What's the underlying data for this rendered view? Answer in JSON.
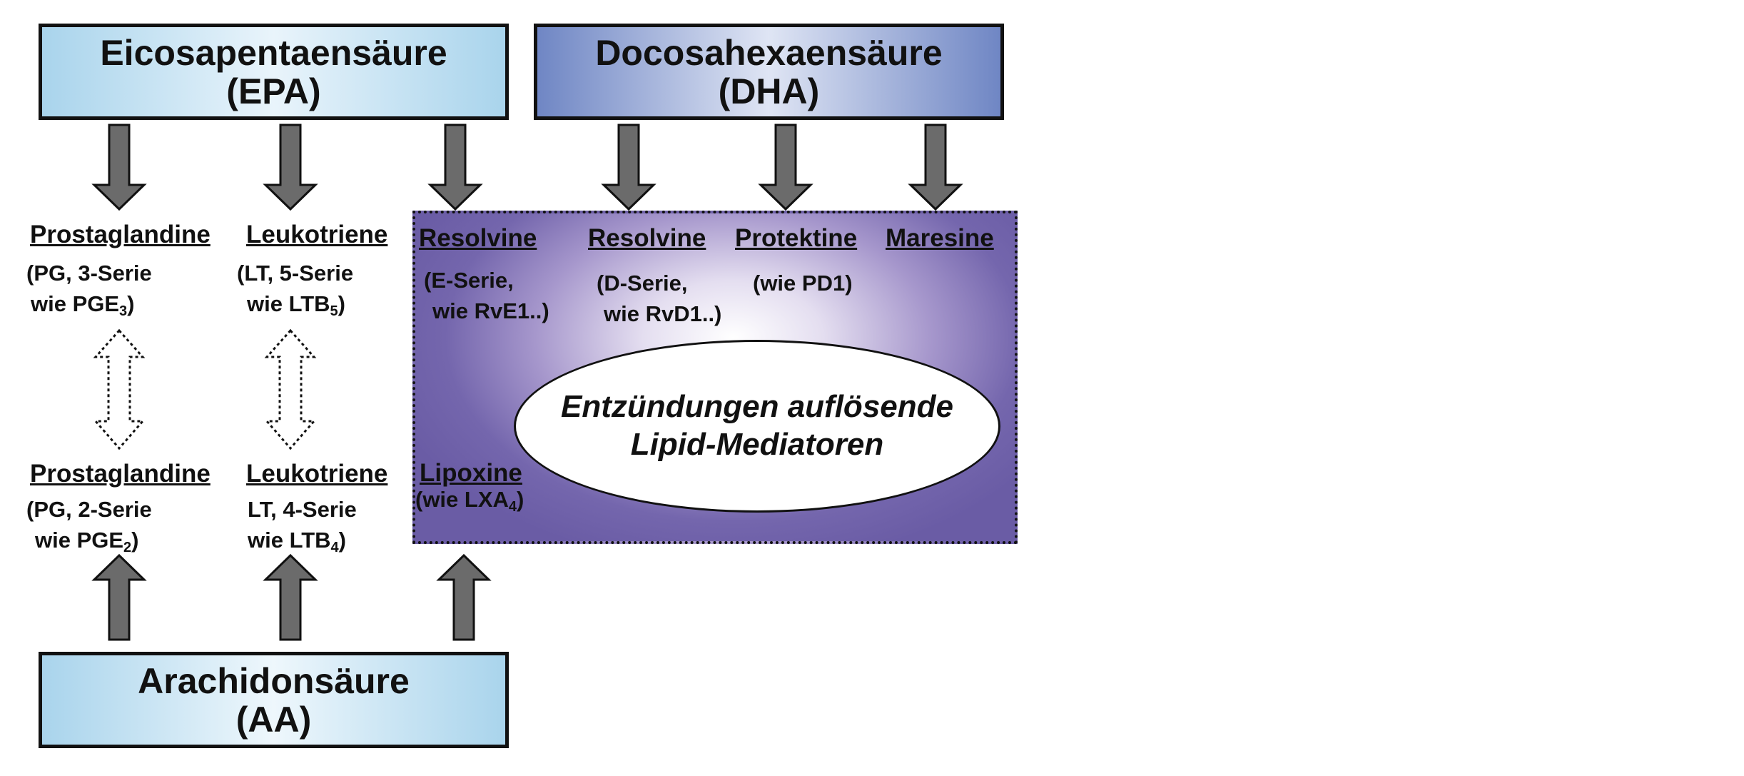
{
  "boxes": {
    "epa": {
      "line1": "Eicosapentaensäure",
      "line2": "(EPA)"
    },
    "dha": {
      "line1": "Docosahexaensäure",
      "line2": "(DHA)"
    },
    "aa": {
      "line1": "Arachidonsäure",
      "line2": "(AA)"
    }
  },
  "epa_products": {
    "prostaglandine": {
      "heading": "Prostaglandine",
      "line1": "(PG, 3-Serie",
      "line2_pre": "wie PGE",
      "line2_sub": "3",
      "line2_post": ")"
    },
    "leukotriene": {
      "heading": "Leukotriene",
      "line1": "(LT, 5-Serie",
      "line2_pre": "wie LTB",
      "line2_sub": "5",
      "line2_post": ")"
    }
  },
  "aa_products": {
    "prostaglandine": {
      "heading": "Prostaglandine",
      "line1": "(PG, 2-Serie",
      "line2_pre": "wie PGE",
      "line2_sub": "2",
      "line2_post": ")"
    },
    "leukotriene": {
      "heading": "Leukotriene",
      "line1": "LT, 4-Serie",
      "line2_pre": "wie LTB",
      "line2_sub": "4",
      "line2_post": ")"
    }
  },
  "resolving_mediators": {
    "resolvine_e": {
      "heading": "Resolvine",
      "line1": "(E-Serie,",
      "line2": "wie RvE1..)"
    },
    "resolvine_d": {
      "heading": "Resolvine",
      "line1": "(D-Serie,",
      "line2": "wie RvD1..)"
    },
    "protektine": {
      "heading": "Protektine",
      "line1": "(wie PD1)"
    },
    "maresine": {
      "heading": "Maresine"
    },
    "lipoxine": {
      "heading": "Lipoxine",
      "line1_pre": "(wie LXA",
      "line1_sub": "4",
      "line1_post": ")"
    },
    "ellipse": {
      "line1": "Entzündungen auflösende",
      "line2": "Lipid-Mediatoren"
    }
  },
  "colors": {
    "epa_box": "#a9d4ec",
    "dha_box": "#6f86c4",
    "aa_box": "#a9d4ec",
    "purple_zone": "#6a5ca5",
    "arrow_fill": "#6b6b6b"
  }
}
